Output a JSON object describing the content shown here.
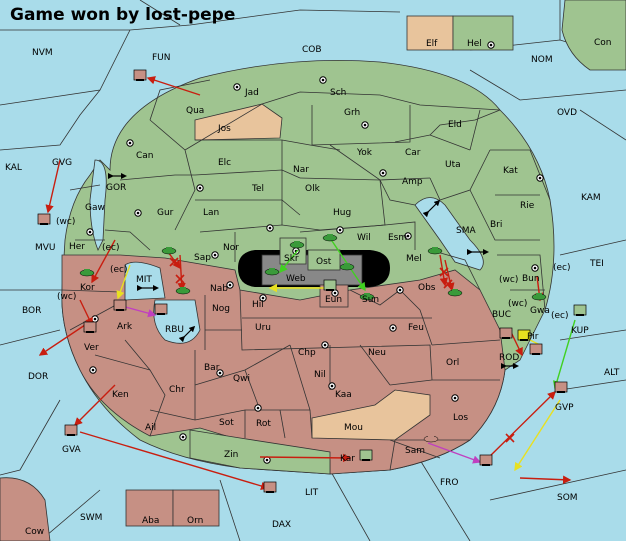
{
  "title": "Game won by lost-pepe",
  "colors": {
    "sea": "#a9dcea",
    "green": "#9fc490",
    "red": "#c69084",
    "tan": "#e8c49c",
    "land_default": "#9fc490"
  },
  "legend": [
    {
      "id": "elf",
      "label": "Elf",
      "color": "#e8c49c"
    },
    {
      "id": "hel",
      "label": "Hel",
      "color": "#9fc490"
    }
  ],
  "sea_labels": {
    "nvm": "NVM",
    "fun": "FUN",
    "cob": "COB",
    "con": "Con",
    "nom": "NOM",
    "ovd": "OVD",
    "kal": "KAL",
    "gvg": "GVG",
    "gor": "GOR",
    "mvu": "MVU",
    "kam": "KAM",
    "sma": "SMA",
    "tei": "TEI",
    "bor": "BOR",
    "mit": "MIT",
    "rbu": "RBU",
    "buc": "BUC",
    "kup": "KUP",
    "rod": "ROD",
    "dor": "DOR",
    "alt": "ALT",
    "gvp": "GVP",
    "gva": "GVA",
    "fro": "FRO",
    "som": "SOM",
    "swm": "SWM",
    "lit": "LIT",
    "dax": "DAX",
    "cow": "Cow",
    "aba": "Aba",
    "orn": "Orn"
  },
  "green_provinces": {
    "jad": "Jad",
    "sch": "Sch",
    "qua": "Qua",
    "grh": "Grh",
    "can": "Can",
    "eld": "Eld",
    "elc": "Elc",
    "nar": "Nar",
    "yok": "Yok",
    "car": "Car",
    "uta": "Uta",
    "kat": "Kat",
    "tel": "Tel",
    "olk": "Olk",
    "amp": "Amp",
    "gur": "Gur",
    "lan": "Lan",
    "hug": "Hug",
    "rie": "Rie",
    "bri": "Bri",
    "gaw": "Gaw",
    "her": "Her",
    "nor": "Nor",
    "skr": "Skr",
    "wil": "Wil",
    "esm": "Esm",
    "sap": "Sap",
    "ost": "Ost",
    "mel": "Mel",
    "bun": "Bun",
    "gwa": "Gwa",
    "pir": "Pir",
    "zin": "Zin",
    "ver": "Ver",
    "web": "Web"
  },
  "tan_provinces": {
    "jos": "Jos",
    "mou": "Mou"
  },
  "red_provinces": {
    "kor": "Kor",
    "nab": "Nab",
    "hil": "Hil",
    "eun": "Eun",
    "sun": "Sun",
    "obs": "Obs",
    "ark": "Ark",
    "nog": "Nog",
    "uru": "Uru",
    "feu": "Feu",
    "chp": "Chp",
    "neu": "Neu",
    "orl": "Orl",
    "bar": "Bar",
    "qwi": "Qwi",
    "nil": "Nil",
    "chr": "Chr",
    "ken": "Ken",
    "kaa": "Kaa",
    "ail": "Ail",
    "sot": "Sot",
    "rot": "Rot",
    "los": "Los",
    "sam": "Sam",
    "kar": "Kar"
  },
  "coast_tags": {
    "wc1": "(wc)",
    "ec1": "(ec)",
    "wc2": "(wc)",
    "ec2": "(ec)",
    "wc3": "(wc)",
    "ec3": "(wc)",
    "ec4": "(ec)",
    "ec5": "(ec)"
  }
}
